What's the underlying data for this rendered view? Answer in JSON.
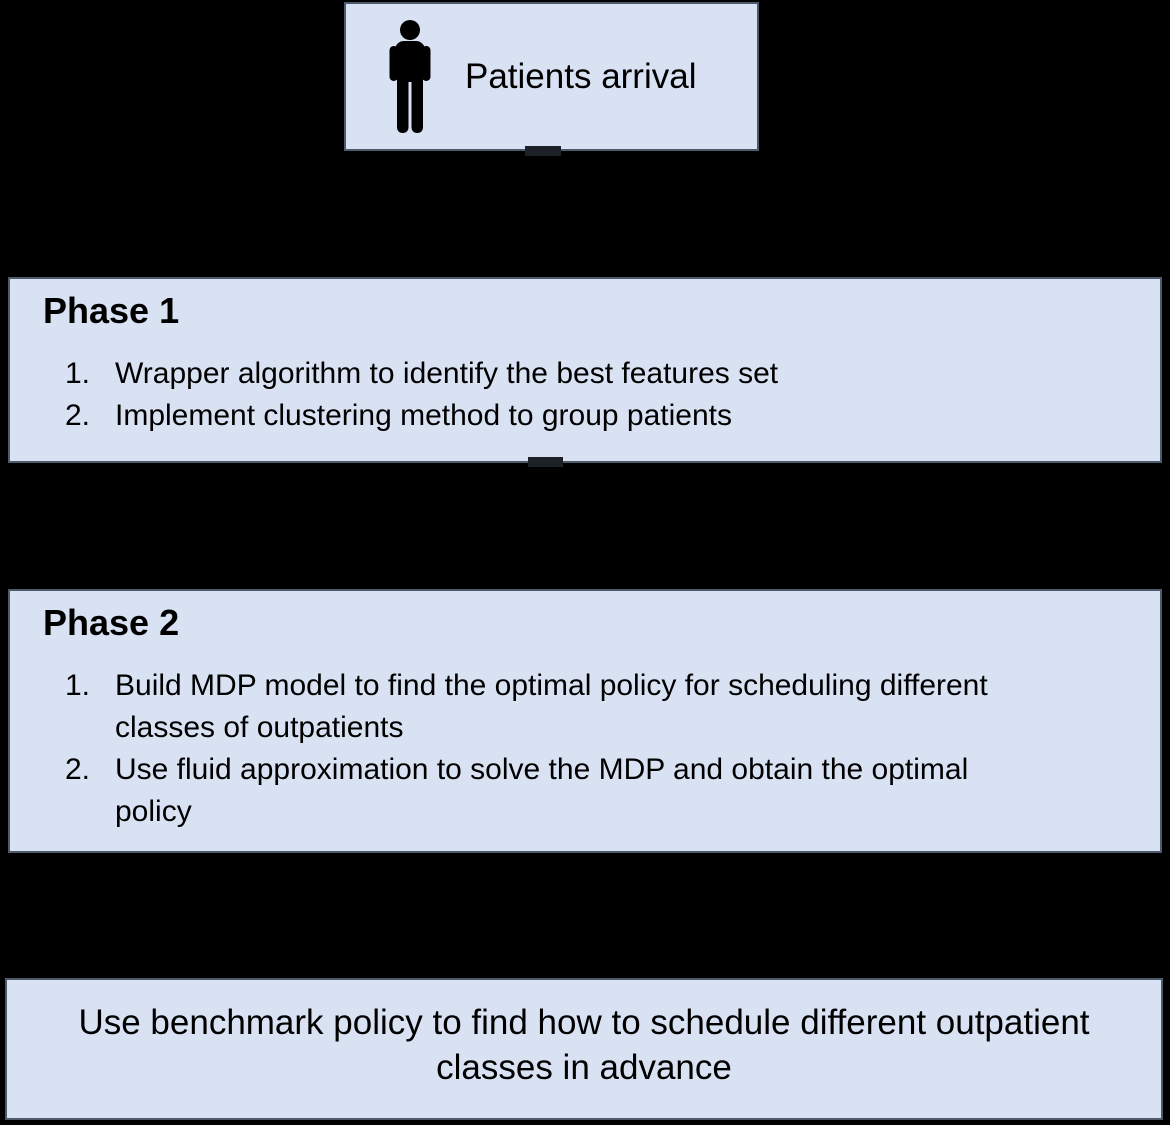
{
  "colors": {
    "background": "#000000",
    "box_fill": "#d9e2f3",
    "box_border": "#4d5a6b",
    "text": "#000000",
    "connector_stub": "#1d2026"
  },
  "arrival_box": {
    "icon": "person-icon",
    "label": "Patients arrival"
  },
  "phase1": {
    "title": "Phase 1",
    "items": [
      {
        "num": "1.",
        "text": "Wrapper algorithm to identify the best features set"
      },
      {
        "num": "2.",
        "text": "Implement clustering method to group patients"
      }
    ]
  },
  "phase2": {
    "title": "Phase 2",
    "items": [
      {
        "num": "1.",
        "text": "Build MDP model to find the optimal policy for scheduling different classes of outpatients"
      },
      {
        "num": "2.",
        "text": "Use fluid approximation to solve the MDP and obtain the optimal policy"
      }
    ]
  },
  "benchmark_box": {
    "text": "Use benchmark policy to find how to schedule different outpatient classes in advance"
  }
}
